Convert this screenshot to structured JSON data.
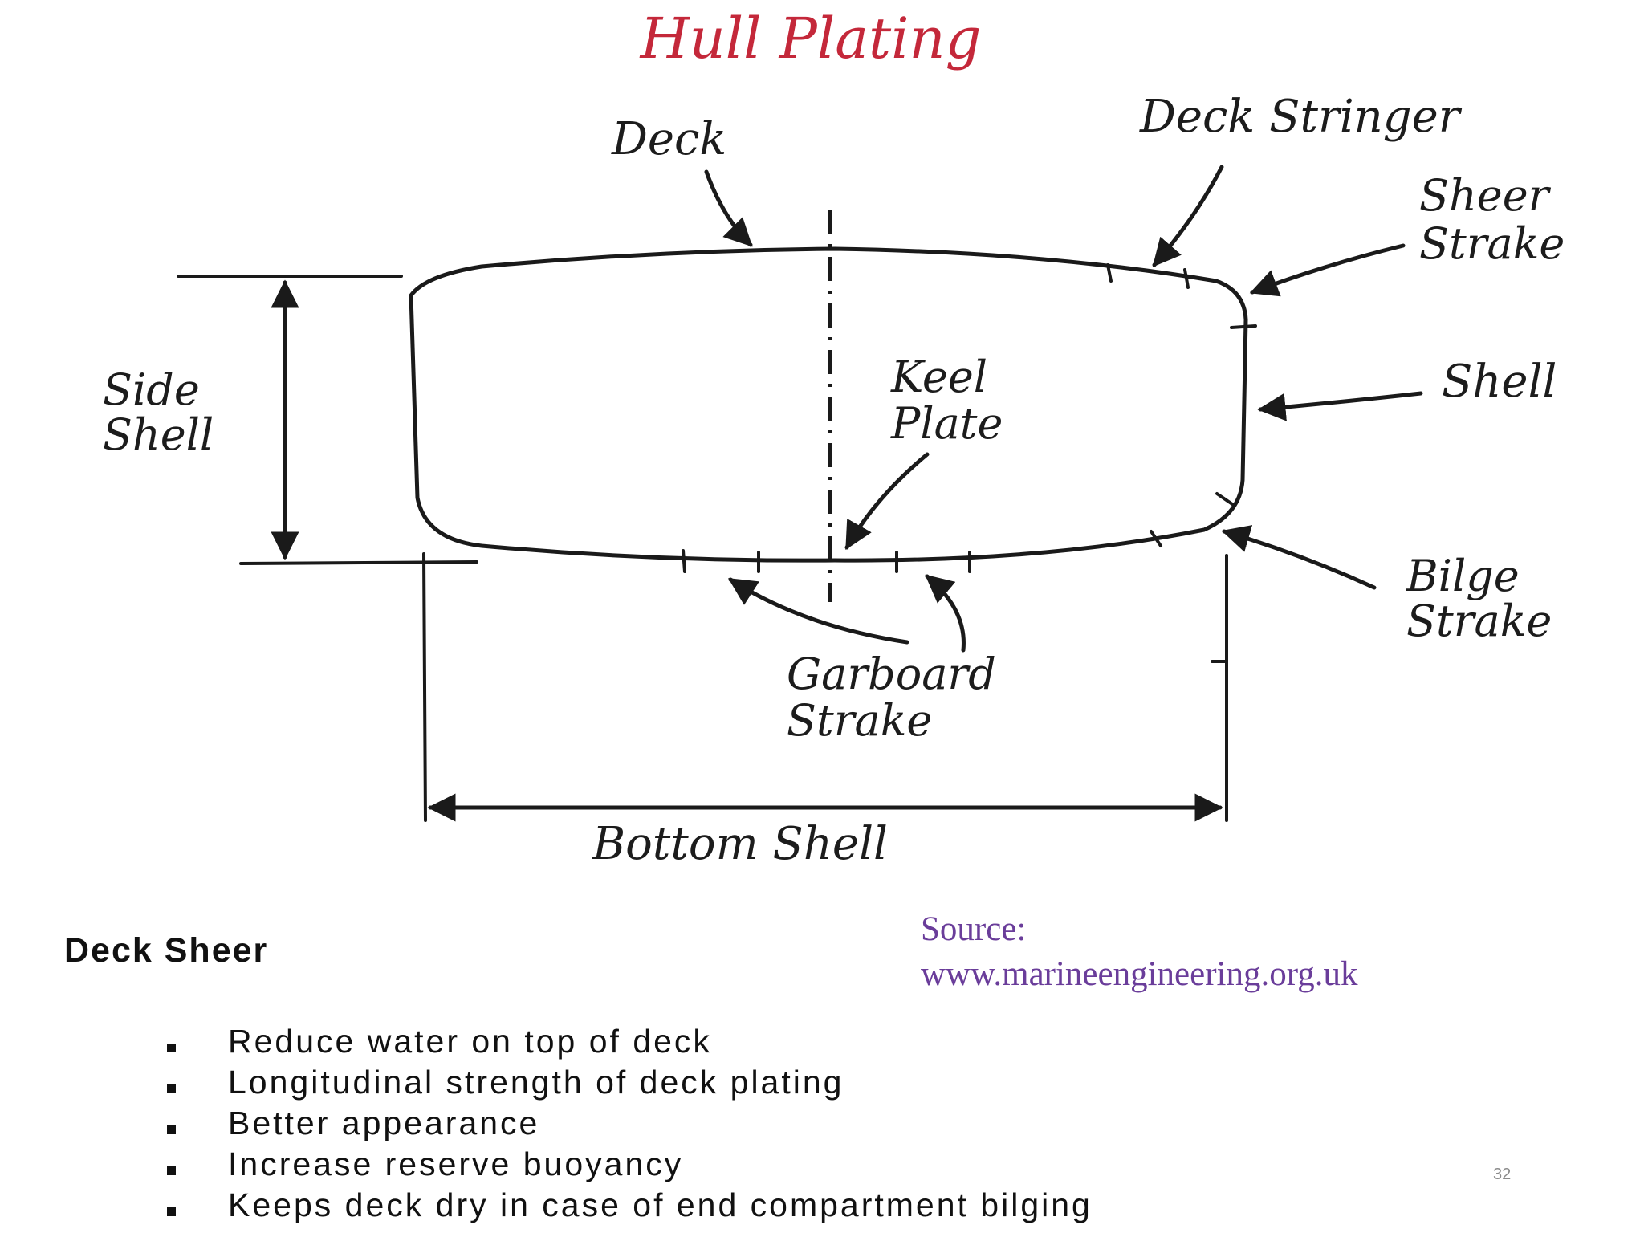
{
  "title": "Hull Plating",
  "labels": {
    "deck": "Deck",
    "deck_stringer": "Deck Stringer",
    "sheer_strake": [
      "Sheer",
      "Strake"
    ],
    "shell": "Shell",
    "side_shell": [
      "Side",
      "Shell"
    ],
    "keel_plate": [
      "Keel",
      "Plate"
    ],
    "bilge_strake": [
      "Bilge",
      "Strake"
    ],
    "garboard_strake": [
      "Garboard",
      "Strake"
    ],
    "bottom_shell": "Bottom Shell"
  },
  "section_heading": "Deck Sheer",
  "source": {
    "label": "Source:",
    "url": "www.marineengineering.org.uk"
  },
  "bullets": [
    "Reduce water on top of deck",
    "Longitudinal strength of deck plating",
    "Better appearance",
    "Increase reserve buoyancy",
    "Keeps deck dry in case of end compartment bilging"
  ],
  "page_number": "32",
  "colors": {
    "title": "#c4283a",
    "source_text": "#6a3d9a",
    "ink": "#1a1a1a"
  }
}
